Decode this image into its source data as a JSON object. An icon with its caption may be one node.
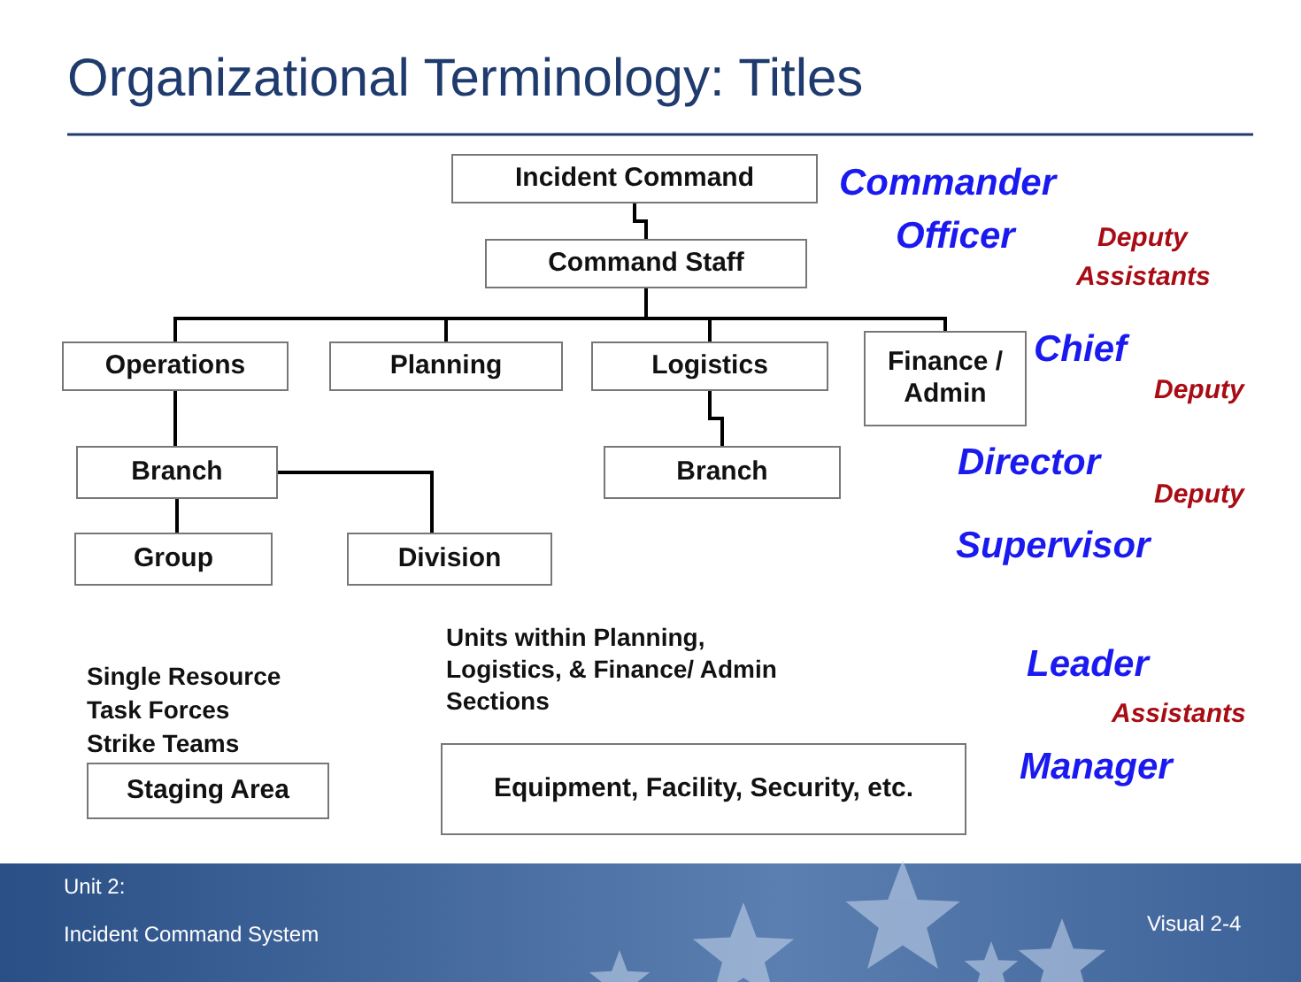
{
  "diagram": {
    "title": "Organizational Terminology: Titles",
    "nodes": [
      {
        "text": [
          "Incident Command"
        ]
      },
      {
        "text": [
          "Command Staff"
        ]
      },
      {
        "text": [
          "Operations"
        ]
      },
      {
        "text": [
          "Planning"
        ]
      },
      {
        "text": [
          "Logistics"
        ]
      },
      {
        "text": [
          "Finance / Admin"
        ]
      },
      {
        "text": [
          "Branch"
        ]
      },
      {
        "text": [
          "Branch"
        ]
      },
      {
        "text": [
          "Group"
        ]
      },
      {
        "text": [
          "Division"
        ]
      },
      {
        "text": [
          "Staging Area"
        ]
      },
      {
        "text": [
          "Equipment, Facility, Security, etc."
        ]
      }
    ],
    "edges": [
      {
        "from": 0,
        "to": 1,
        "arrow": "none"
      },
      {
        "from": 1,
        "to": 2,
        "arrow": "none"
      },
      {
        "from": 1,
        "to": 3,
        "arrow": "none"
      },
      {
        "from": 1,
        "to": 4,
        "arrow": "none"
      },
      {
        "from": 1,
        "to": 5,
        "arrow": "none"
      },
      {
        "from": 2,
        "to": 6,
        "arrow": "none"
      },
      {
        "from": 6,
        "to": 8,
        "arrow": "none"
      },
      {
        "from": 6,
        "to": 9,
        "arrow": "none"
      },
      {
        "from": 4,
        "to": 7,
        "arrow": "none"
      }
    ],
    "labels": [
      "Commander",
      "Officer",
      "Deputy",
      "Assistants",
      "Chief",
      "Deputy",
      "Director",
      "Deputy",
      "Supervisor",
      "Single Resource",
      "Task Forces",
      "Strike Teams",
      "Units within Planning, Logistics, & Finance/ Admin Sections",
      "Leader",
      "Assistants",
      "Manager",
      "Unit 2:",
      "Incident Command System",
      "Visual 2-4"
    ]
  }
}
